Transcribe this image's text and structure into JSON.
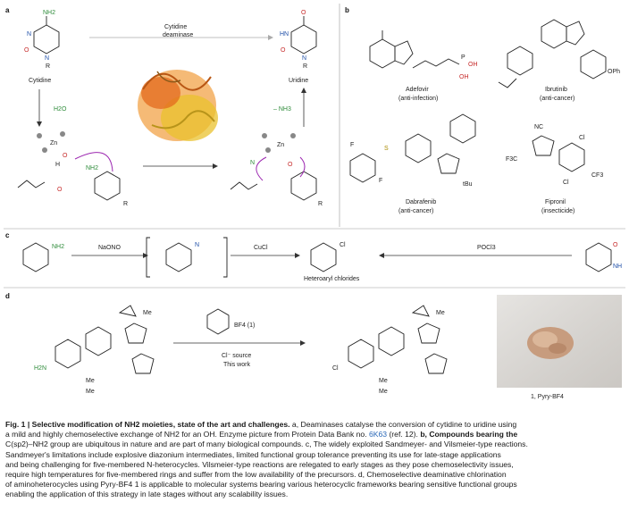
{
  "panel_labels": {
    "a": "a",
    "b": "b",
    "c": "c",
    "d": "d"
  },
  "panel_a": {
    "cytidine": "Cytidine",
    "uridine": "Uridine",
    "enzyme": "Cytidine deaminase",
    "water": "H2O",
    "ammonia": "– NH3",
    "nh2": "NH2",
    "zn": "Zn",
    "o": "O",
    "h": "H",
    "n": "N",
    "r": "R",
    "hn": "HN"
  },
  "panel_b": {
    "adefovir": "Adefovir",
    "adefovir_use": "(anti-infection)",
    "ibrutinib": "Ibrutinib",
    "ibrutinib_use": "(anti-cancer)",
    "dabrafenib": "Dabrafenib",
    "dabrafenib_use": "(anti-cancer)",
    "fipronil": "Fipronil",
    "fipronil_use": "(insecticide)",
    "oph": "OPh",
    "tbu": "tBu",
    "cf3": "CF3",
    "f3c": "F3C",
    "cn": "NC",
    "cl": "Cl",
    "f": "F",
    "oh": "OH",
    "p": "P",
    "s": "S"
  },
  "panel_c": {
    "naono": "NaONO",
    "cucl": "CuCl",
    "pocl3": "POCl3",
    "product": "Heteroaryl chlorides",
    "nh2": "NH2",
    "cl": "Cl",
    "n2": "N",
    "nh": "NH",
    "o": "O"
  },
  "panel_d": {
    "reagent": "BF4 (1)",
    "cl_source": "Cl⁻ source",
    "this_work": "This work",
    "me": "Me",
    "h2n": "H2N",
    "cl": "Cl",
    "photo_label": "1, Pyry-BF4"
  },
  "caption": {
    "figure_label": "Fig. 1 |",
    "title": " Selective modification of NH2 moieties, state of the art and challenges.",
    "line1_rest": " a, Deaminases catalyse the conversion of cytidine to uridine using",
    "line2": "a mild and highly chemoselective exchange of NH2 for an OH. Enzyme picture from Protein Data Bank no. ",
    "pdb": "6K63",
    "ref": " (ref. 12). ",
    "line2_end": "b, Compounds bearing the",
    "line3": "C(sp2)–NH2 group are ubiquitous in nature and are part of many biological compounds. c, The widely exploited Sandmeyer- and Vilsmeier-type reactions.",
    "line4": "Sandmeyer's limitations include explosive diazonium intermediates, limited functional group tolerance preventing its use for late-stage applications",
    "line5": "and being challenging for five-membered N-heterocycles. Vilsmeier-type reactions are relegated to early stages as they pose chemoselectivity issues,",
    "line6": "require high temperatures for five-membered rings and suffer from the low availability of the precursors. d, Chemoselective deaminative chlorination",
    "line7": "of aminoheterocycles using Pyry-BF4 1 is applicable to molecular systems bearing various heterocyclic frameworks bearing sensitive functional groups",
    "line8": "enabling the application of this strategy in late stages without any scalability issues."
  },
  "colors": {
    "nitrogen": "#1f4fa8",
    "oxygen": "#c62828",
    "nh2_green": "#2e8b3a",
    "link": "#2a68b8"
  }
}
